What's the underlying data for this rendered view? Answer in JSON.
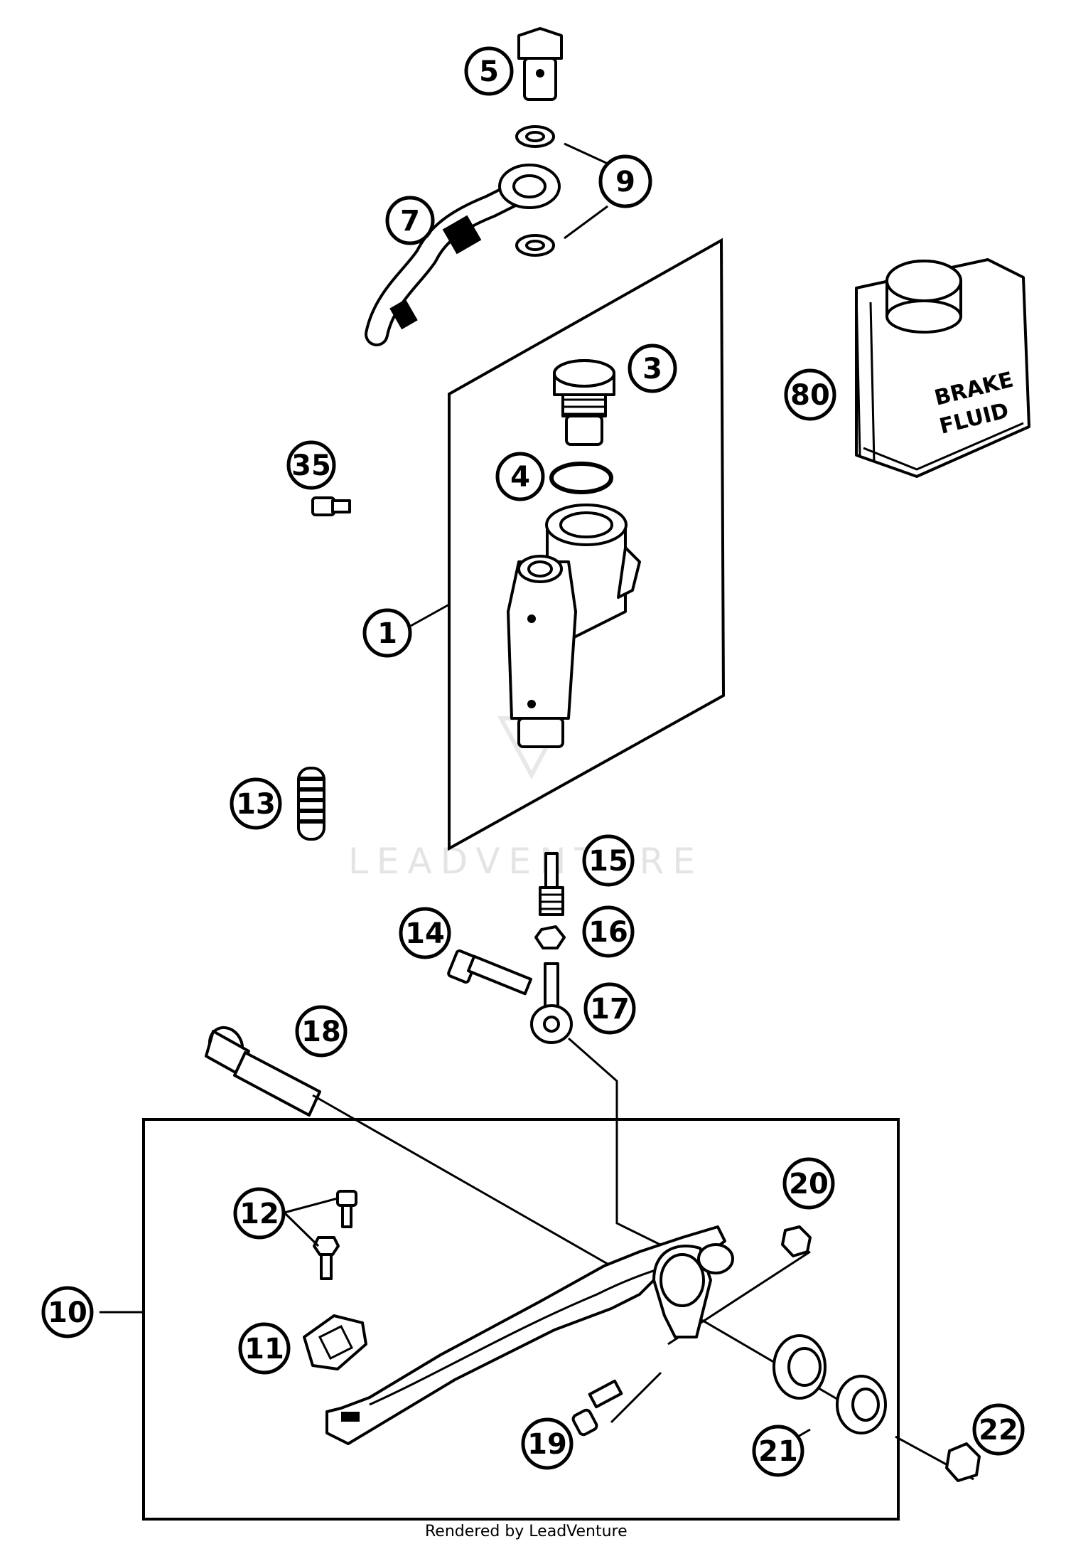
{
  "callouts": [
    {
      "id": "5",
      "text": "5"
    },
    {
      "id": "9",
      "text": "9"
    },
    {
      "id": "7",
      "text": "7"
    },
    {
      "id": "3",
      "text": "3"
    },
    {
      "id": "80",
      "text": "80"
    },
    {
      "id": "35",
      "text": "35"
    },
    {
      "id": "4",
      "text": "4"
    },
    {
      "id": "1",
      "text": "1"
    },
    {
      "id": "13",
      "text": "13"
    },
    {
      "id": "15",
      "text": "15"
    },
    {
      "id": "14",
      "text": "14"
    },
    {
      "id": "16",
      "text": "16"
    },
    {
      "id": "17",
      "text": "17"
    },
    {
      "id": "18",
      "text": "18"
    },
    {
      "id": "20",
      "text": "20"
    },
    {
      "id": "12",
      "text": "12"
    },
    {
      "id": "10",
      "text": "10"
    },
    {
      "id": "11",
      "text": "11"
    },
    {
      "id": "19",
      "text": "19"
    },
    {
      "id": "21",
      "text": "21"
    },
    {
      "id": "22",
      "text": "22"
    }
  ],
  "can_label": {
    "line1": "BRAKE",
    "line2": "FLUID"
  },
  "watermark": "LEADVENTURE",
  "footer": "Rendered by LeadVenture"
}
